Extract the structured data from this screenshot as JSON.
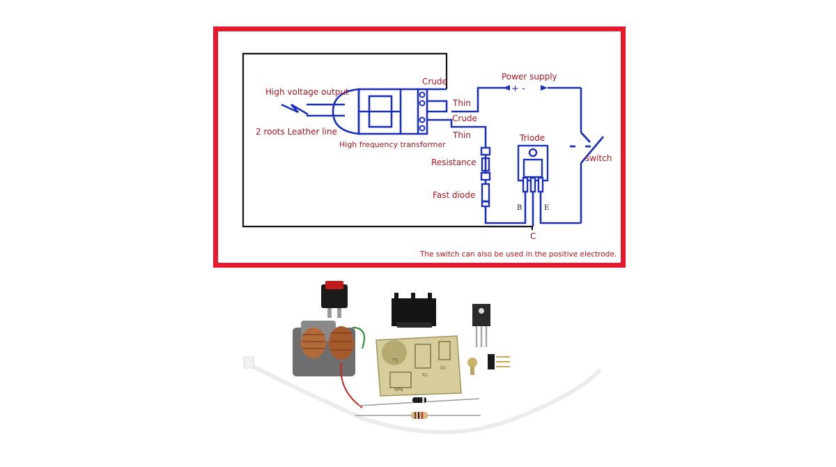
{
  "diagram": {
    "labels": {
      "high_voltage_output": "High voltage output",
      "leather_line": "2 roots Leather line",
      "hf_transformer": "High frequency transformer",
      "crude_top": "Crude",
      "thin_top": "Thin",
      "crude_mid": "Crude",
      "thin_bottom": "Thin",
      "power_supply": "Power supply",
      "polarity": "+ -",
      "triode": "Triode",
      "switch": "switch",
      "resistance": "Resistance",
      "fast_diode": "Fast diode",
      "pin_b": "B",
      "pin_e": "E",
      "pin_c": "C",
      "note": "The switch can also be used in the positive electrode."
    },
    "colors": {
      "frame_border": "#e8192c",
      "label_text": "#b0141e",
      "wire_black": "#111111",
      "wire_blue": "#1b2fbf"
    }
  },
  "photo": {
    "pcb_silkscreen": [
      "T1",
      "NPN",
      "R1",
      "D1"
    ],
    "components": [
      "rocker-switch",
      "hf-transformer",
      "heatsink",
      "transistor",
      "pcb",
      "pin-header",
      "screw",
      "diode",
      "resistor",
      "cable-tie"
    ]
  }
}
